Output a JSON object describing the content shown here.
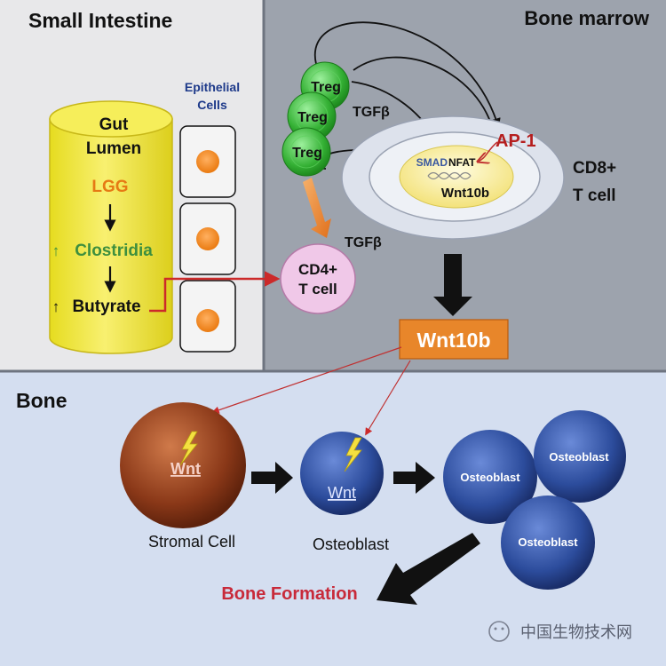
{
  "panels": {
    "small_intestine": {
      "title": "Small Intestine"
    },
    "bone_marrow": {
      "title": "Bone marrow"
    },
    "bone": {
      "title": "Bone"
    }
  },
  "intestine": {
    "gut_label_line1": "Gut",
    "gut_label_line2": "Lumen",
    "lgg": "LGG",
    "clostridia": "Clostridia",
    "butyrate": "Butyrate",
    "up_arrow": "↑",
    "epithelial_line1": "Epithelial",
    "epithelial_line2": "Cells"
  },
  "marrow": {
    "treg": "Treg",
    "tgfb": "TGFβ",
    "ap1": "AP-1",
    "smad": "SMAD",
    "nfat": "NFAT",
    "wnt10b_inner": "Wnt10b",
    "cd8_line1": "CD8+",
    "cd8_line2": "T cell",
    "cd4_line1": "CD4+",
    "cd4_line2": "T cell",
    "wnt10b_box": "Wnt10b"
  },
  "bone": {
    "stromal_wnt": "Wnt",
    "stromal_label": "Stromal Cell",
    "osteo_wnt": "Wnt",
    "osteo_label": "Osteoblast",
    "osteoblast_1": "Osteoblast",
    "osteoblast_2": "Osteoblast",
    "osteoblast_3": "Osteoblast",
    "bone_formation": "Bone Formation"
  },
  "watermark": {
    "text": "中国生物技术网"
  },
  "colors": {
    "intestine_bg": "#e8e8ea",
    "marrow_bg": "#9da3ad",
    "bone_bg": "#d4def0",
    "gut_yellow": "#f2ea3a",
    "treg_green": "#3dbb3d",
    "cd4_pink": "#f0c8e8",
    "wnt10b_orange": "#e8862a",
    "osteo_blue": "#2f4f9e",
    "stromal_brown": "#8c3a1a",
    "red_arrow": "#cc2a2a",
    "lgg_orange": "#e67a14",
    "clostridia_green": "#3e8f3e"
  }
}
